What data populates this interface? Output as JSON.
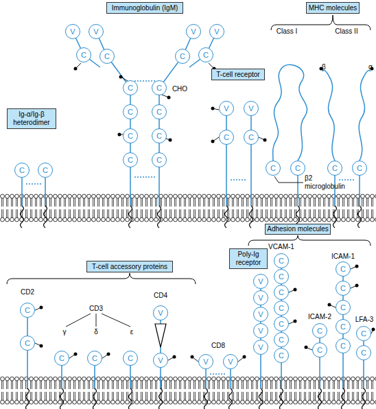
{
  "diagram": {
    "nodes": [
      {
        "text": [
          "Ig-α/Ig-β heterodimer"
        ]
      },
      {
        "text": [
          "C"
        ]
      },
      {
        "text": [
          "C"
        ]
      },
      {
        "text": [
          "Immunoglobulin (IgM)"
        ]
      },
      {
        "text": [
          "V"
        ]
      },
      {
        "text": [
          "V"
        ]
      },
      {
        "text": [
          "C"
        ]
      },
      {
        "text": [
          "C"
        ]
      },
      {
        "text": [
          "V"
        ]
      },
      {
        "text": [
          "V"
        ]
      },
      {
        "text": [
          "C"
        ]
      },
      {
        "text": [
          "C"
        ]
      },
      {
        "text": [
          "C"
        ]
      },
      {
        "text": [
          "C"
        ]
      },
      {
        "text": [
          "C"
        ]
      },
      {
        "text": [
          "C"
        ]
      },
      {
        "text": [
          "C"
        ]
      },
      {
        "text": [
          "C"
        ]
      },
      {
        "text": [
          "C"
        ]
      },
      {
        "text": [
          "C"
        ]
      },
      {
        "text": [
          "T-cell receptor"
        ]
      },
      {
        "text": [
          "V"
        ]
      },
      {
        "text": [
          "V"
        ]
      },
      {
        "text": [
          "C"
        ]
      },
      {
        "text": [
          "C"
        ]
      },
      {
        "text": [
          "MHC molecules"
        ]
      },
      {
        "text": [
          "C"
        ]
      },
      {
        "text": [
          "C"
        ]
      },
      {
        "text": [
          "C"
        ]
      },
      {
        "text": [
          "C"
        ]
      },
      {
        "text": [
          "T-cell accessory proteins"
        ]
      },
      {
        "text": [
          "C"
        ]
      },
      {
        "text": [
          "C"
        ]
      },
      {
        "text": [
          "C"
        ]
      },
      {
        "text": [
          "C"
        ]
      },
      {
        "text": [
          "C"
        ]
      },
      {
        "text": [
          "V"
        ]
      },
      {
        "text": [
          "V"
        ]
      },
      {
        "text": [
          "V"
        ]
      },
      {
        "text": [
          "V"
        ]
      },
      {
        "text": [
          "Adhesion molecules"
        ]
      },
      {
        "text": [
          "Poly-Ig receptor"
        ]
      },
      {
        "text": [
          "V"
        ]
      },
      {
        "text": [
          "V"
        ]
      },
      {
        "text": [
          "V"
        ]
      },
      {
        "text": [
          "V"
        ]
      },
      {
        "text": [
          "V"
        ]
      },
      {
        "text": [
          "C"
        ]
      },
      {
        "text": [
          "C"
        ]
      },
      {
        "text": [
          "C"
        ]
      },
      {
        "text": [
          "C"
        ]
      },
      {
        "text": [
          "C"
        ]
      },
      {
        "text": [
          "C"
        ]
      },
      {
        "text": [
          "C"
        ]
      },
      {
        "text": [
          "C"
        ]
      },
      {
        "text": [
          "C"
        ]
      },
      {
        "text": [
          "C"
        ]
      },
      {
        "text": [
          "C"
        ]
      },
      {
        "text": [
          "C"
        ]
      },
      {
        "text": [
          "C"
        ]
      },
      {
        "text": [
          "C"
        ]
      },
      {
        "text": [
          "C"
        ]
      },
      {
        "text": [
          "C"
        ]
      }
    ],
    "labels": [
      "CHO",
      "Class I",
      "Class II",
      "β",
      "α",
      "β2 microglobulin",
      "CD2",
      "CD3",
      "γ",
      "δ",
      "ε",
      "CD4",
      "CD8",
      "VCAM-1",
      "ICAM-2",
      "ICAM-1",
      "LFA-3"
    ]
  }
}
